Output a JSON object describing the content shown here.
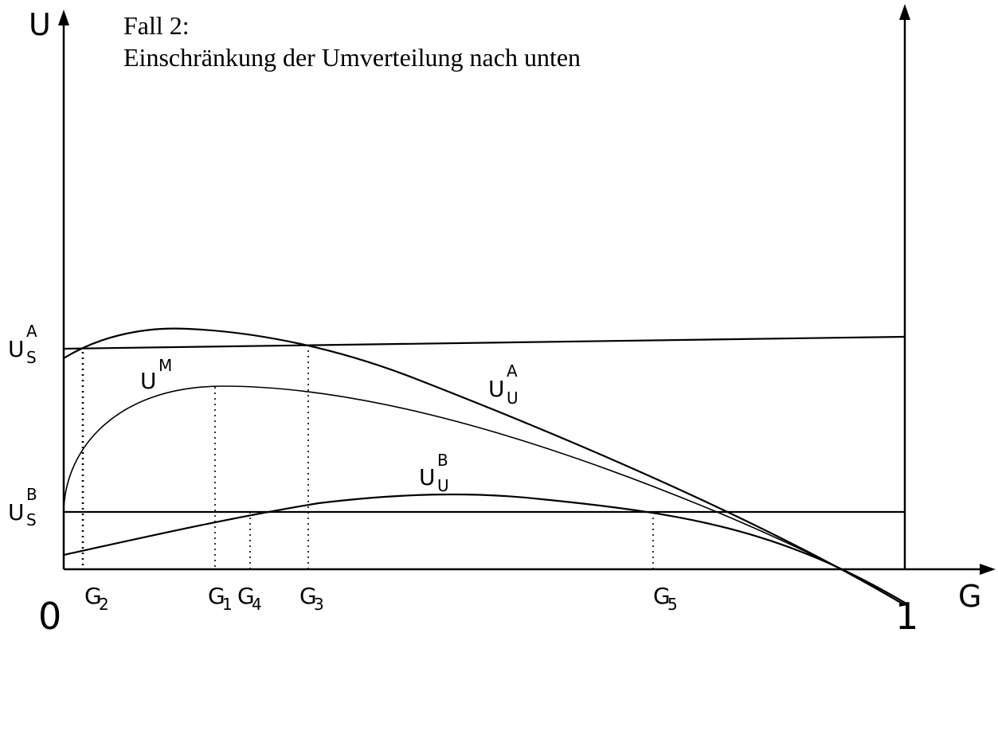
{
  "title_line1": "Fall 2:",
  "title_line2": "Einschränkung der Umverteilung nach unten",
  "axes": {
    "y_label": "U",
    "x_label": "G",
    "origin_label": "0",
    "end_label": "1"
  },
  "y_labels": {
    "us_a": {
      "main": "U",
      "sub": "S",
      "sup": "A"
    },
    "us_b": {
      "main": "U",
      "sub": "S",
      "sup": "B"
    }
  },
  "curve_labels": {
    "um": {
      "main": "U",
      "sup": "M"
    },
    "uu_a": {
      "main": "U",
      "sub": "U",
      "sup": "A"
    },
    "uu_b": {
      "main": "U",
      "sub": "U",
      "sup": "B"
    }
  },
  "g_labels": {
    "g1": {
      "main": "G",
      "sub": "1"
    },
    "g2": {
      "main": "G",
      "sub": "2"
    },
    "g3": {
      "main": "G",
      "sub": "3"
    },
    "g4": {
      "main": "G",
      "sub": "4"
    },
    "g5": {
      "main": "G",
      "sub": "5"
    }
  }
}
